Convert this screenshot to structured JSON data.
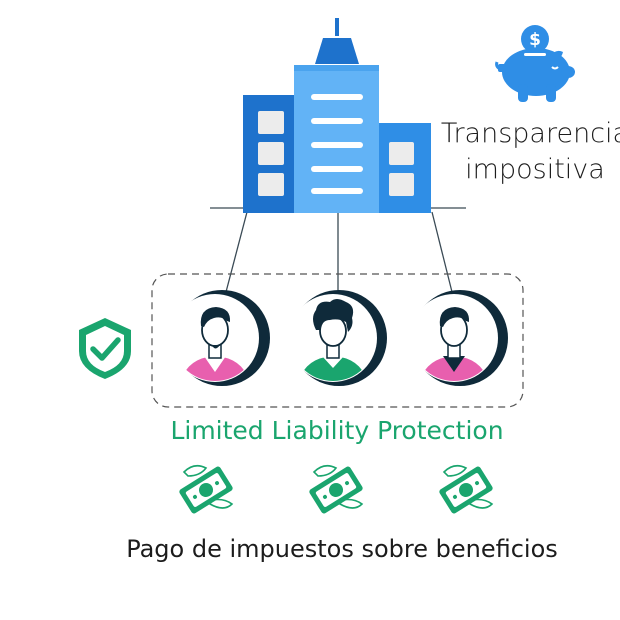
{
  "labels": {
    "tax_transparency_line1": "Transparencia",
    "tax_transparency_line2": "impositiva",
    "limited_liability": "Limited Liability Protection",
    "profit_tax": "Pago de impuestos sobre beneficios"
  },
  "icons": {
    "piggy_bank": "piggy-bank-dollar-icon",
    "building": "office-building-icon",
    "shield": "shield-check-icon",
    "person": "person-avatar-icon",
    "money": "flying-money-icon"
  },
  "colors": {
    "blue_dark": "#1e72cc",
    "blue_mid": "#2f8ee6",
    "blue_light": "#62b3f6",
    "green": "#1aa56e",
    "pink": "#e85fae",
    "navy": "#0f2a3a",
    "text": "#1c1c1c"
  },
  "people": [
    {
      "shirt_color": "#e85fae"
    },
    {
      "shirt_color": "#1aa56e"
    },
    {
      "shirt_color": "#e85fae"
    }
  ]
}
